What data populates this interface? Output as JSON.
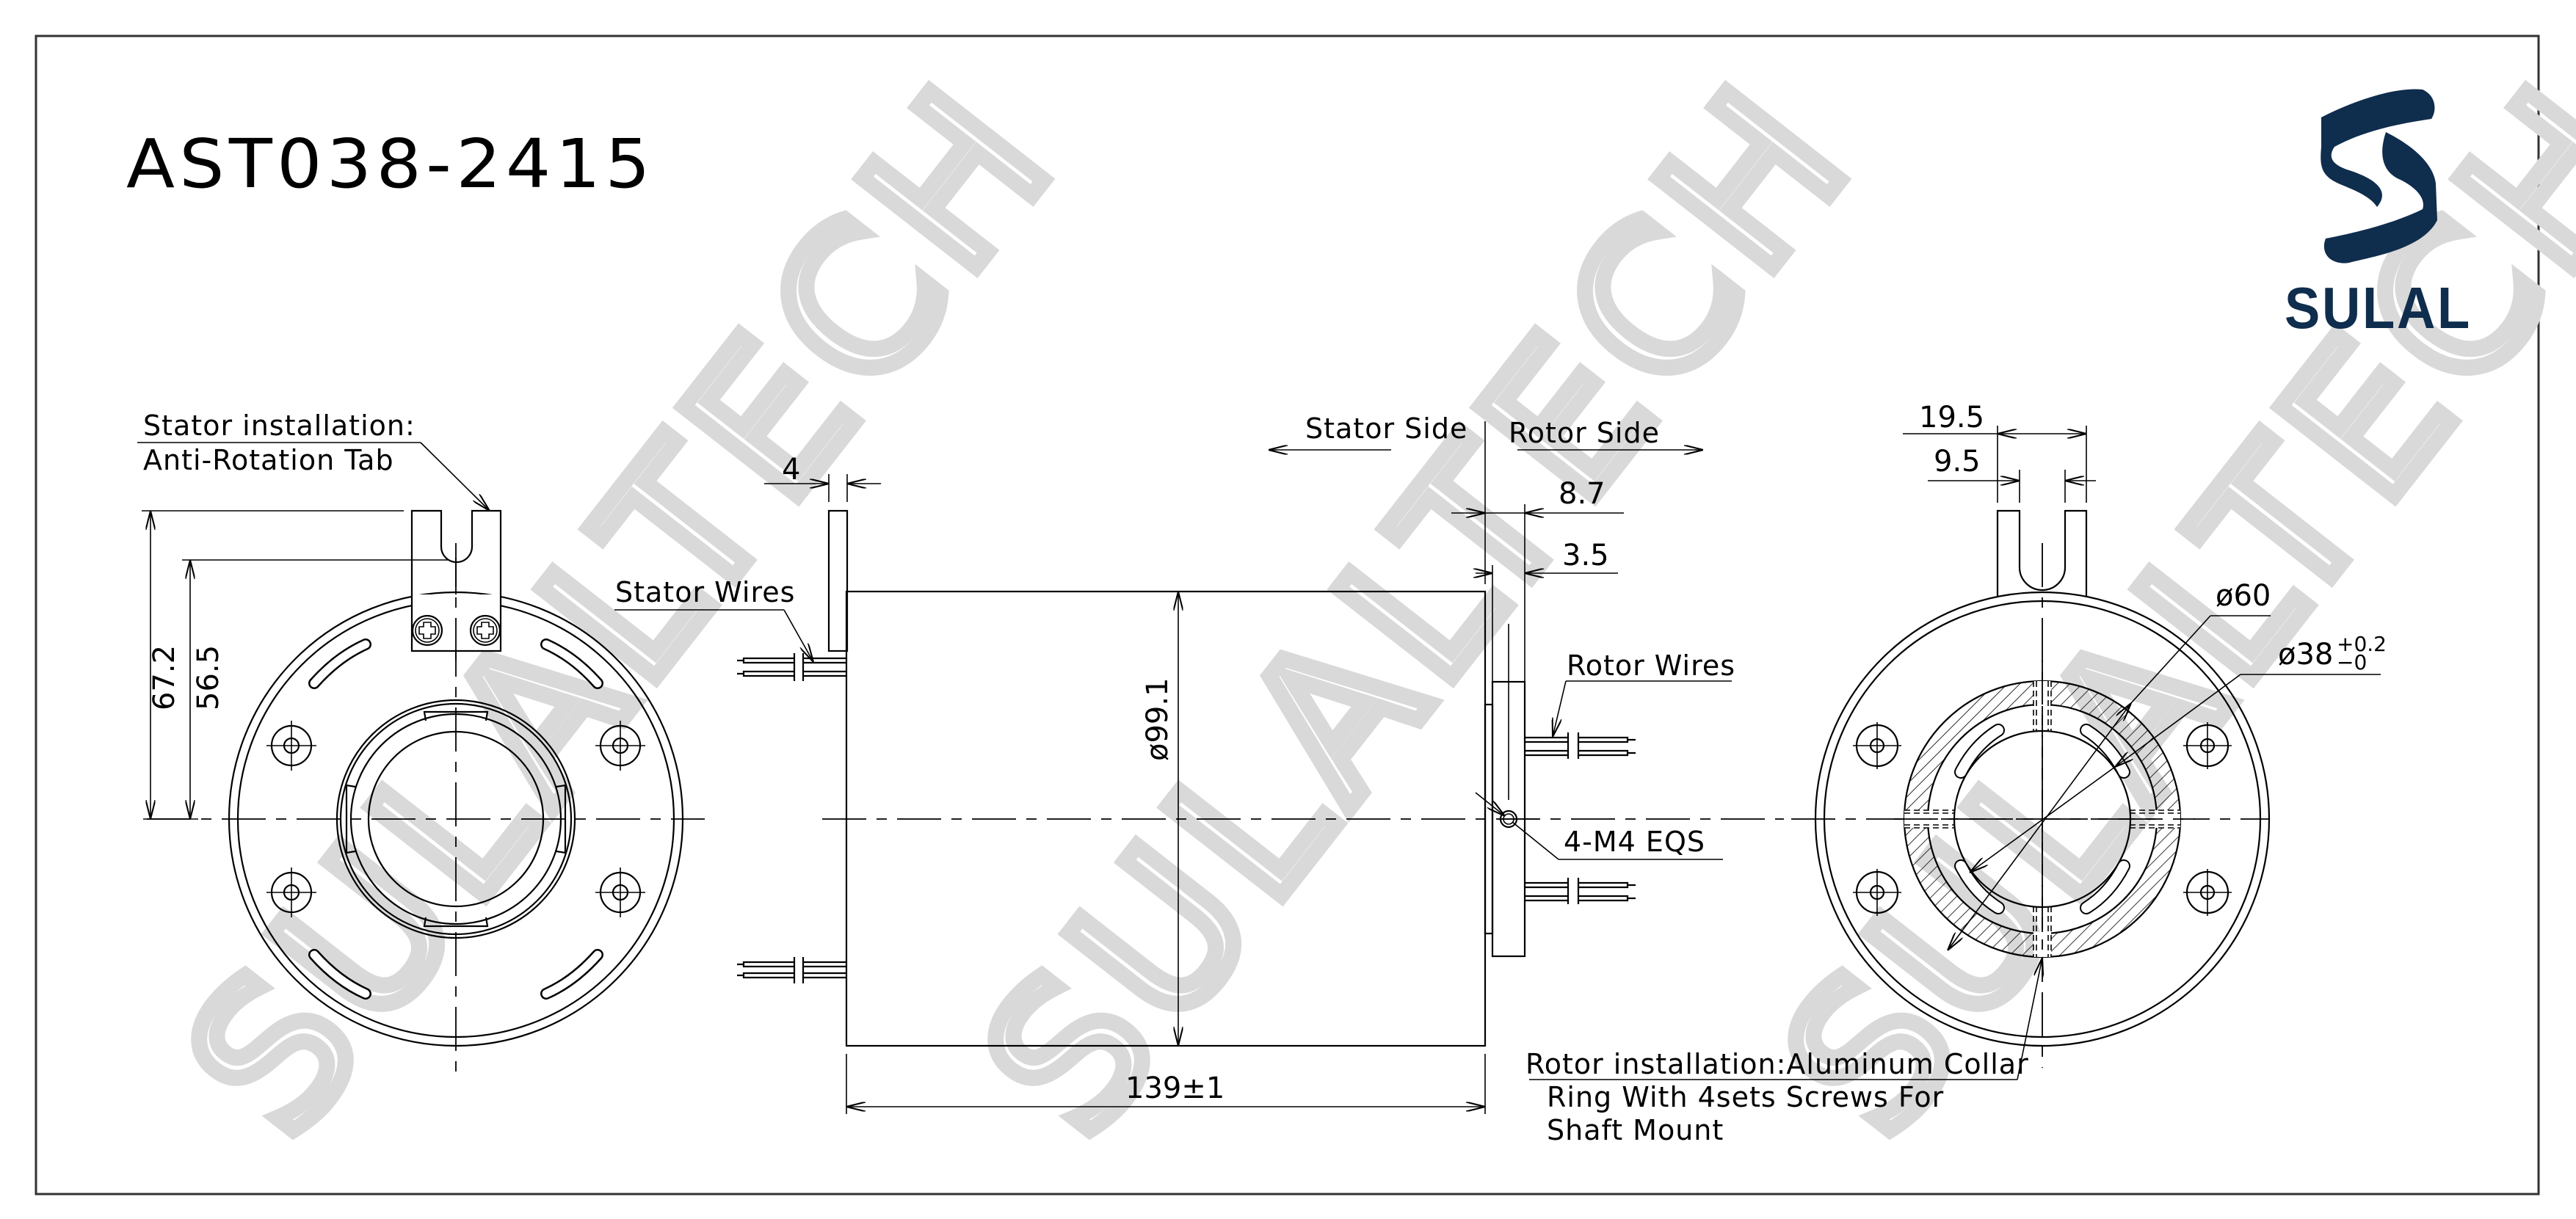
{
  "title": "AST038-2415",
  "brand": {
    "name": "SULAL",
    "color": "#0f2d4d",
    "icon": "s-logo-icon"
  },
  "watermark": {
    "text": "SULALTECH",
    "color": "#d9d9d9"
  },
  "front_view": {
    "callout_line1": "Stator installation:",
    "callout_line2": "Anti-Rotation Tab",
    "dim_tab_height": "67.2",
    "dim_slot_height": "56.5"
  },
  "side_view": {
    "stator_side": "Stator Side",
    "rotor_side": "Rotor Side",
    "stator_wires": "Stator Wires",
    "rotor_wires": "Rotor Wires",
    "dim_flange_thickness": "4",
    "dim_rotor_overall": "8.7",
    "dim_rotor_collar": "3.5",
    "dim_body_diameter": "ø99.1",
    "dim_body_length": "139±1",
    "screw_spec": "4-M4 EQS"
  },
  "rear_view": {
    "dim_tab_width": "19.5",
    "dim_slot_width": "9.5",
    "dim_collar_diameter": "ø60",
    "dim_bore_diameter": "ø38",
    "bore_tol_upper": "+0.2",
    "bore_tol_lower": "−0",
    "rotor_note_line1": "Rotor installation:Aluminum Collar",
    "rotor_note_line2": "Ring With 4sets Screws For",
    "rotor_note_line3": "Shaft Mount"
  }
}
